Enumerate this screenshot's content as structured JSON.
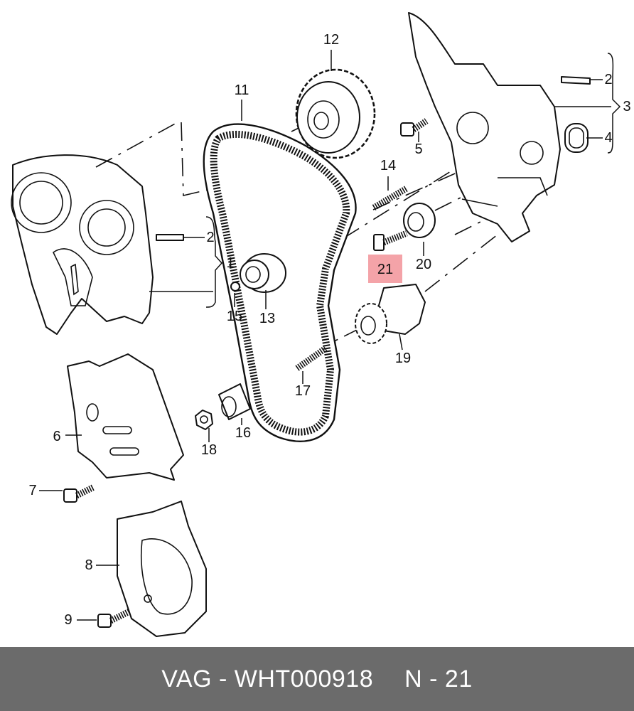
{
  "diagram": {
    "highlight_color": "#f4a3a8",
    "callouts": [
      {
        "label": "1",
        "highlighted": false
      },
      {
        "label": "2",
        "highlighted": false
      },
      {
        "label": "2",
        "highlighted": false
      },
      {
        "label": "3",
        "highlighted": false
      },
      {
        "label": "4",
        "highlighted": false
      },
      {
        "label": "5",
        "highlighted": false
      },
      {
        "label": "6",
        "highlighted": false
      },
      {
        "label": "7",
        "highlighted": false
      },
      {
        "label": "8",
        "highlighted": false
      },
      {
        "label": "9",
        "highlighted": false
      },
      {
        "label": "11",
        "highlighted": false
      },
      {
        "label": "12",
        "highlighted": false
      },
      {
        "label": "13",
        "highlighted": false
      },
      {
        "label": "14",
        "highlighted": false
      },
      {
        "label": "15",
        "highlighted": false
      },
      {
        "label": "16",
        "highlighted": false
      },
      {
        "label": "17",
        "highlighted": false
      },
      {
        "label": "18",
        "highlighted": false
      },
      {
        "label": "19",
        "highlighted": false
      },
      {
        "label": "20",
        "highlighted": false
      },
      {
        "label": "21",
        "highlighted": true
      }
    ]
  },
  "footer": {
    "part_number": "VAG - WHT000918",
    "position": "N - 21",
    "background_color": "#6b6b6b"
  }
}
